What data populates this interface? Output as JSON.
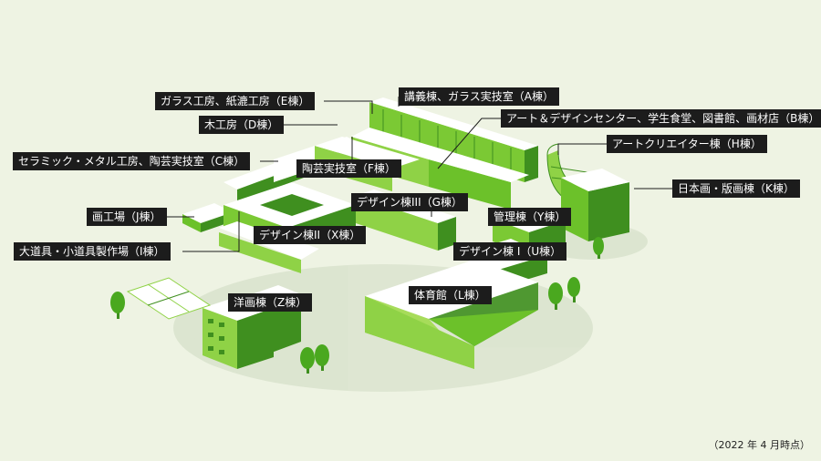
{
  "labels": {
    "e": "ガラス工房、紙漉工房（E棟）",
    "d": "木工房（D棟）",
    "c": "セラミック・メタル工房、陶芸実技室（C棟）",
    "f": "陶芸実技室（F棟）",
    "a": "講義棟、ガラス実技室（A棟）",
    "b": "アート＆デザインセンター、学生食堂、図書館、画材店（B棟）",
    "h": "アートクリエイター棟（H棟）",
    "k": "日本画・版画棟（K棟）",
    "j": "画工場（J棟）",
    "g": "デザイン棟III（G棟）",
    "x": "デザイン棟II（X棟）",
    "y": "管理棟（Y棟）",
    "i": "大道具・小道具製作場（I棟）",
    "u": "デザイン棟 I（U棟）",
    "l": "体育館（L棟）",
    "z": "洋画棟（Z棟）"
  },
  "note": "（2022 年 4 月時点）",
  "colors": {
    "background": "#eef3e3",
    "green_dark": "#3f8f1f",
    "green_mid": "#6cc12a",
    "green_light": "#a7dc5a",
    "roof": "#ffffff",
    "label_bg": "#1c1c1c"
  }
}
